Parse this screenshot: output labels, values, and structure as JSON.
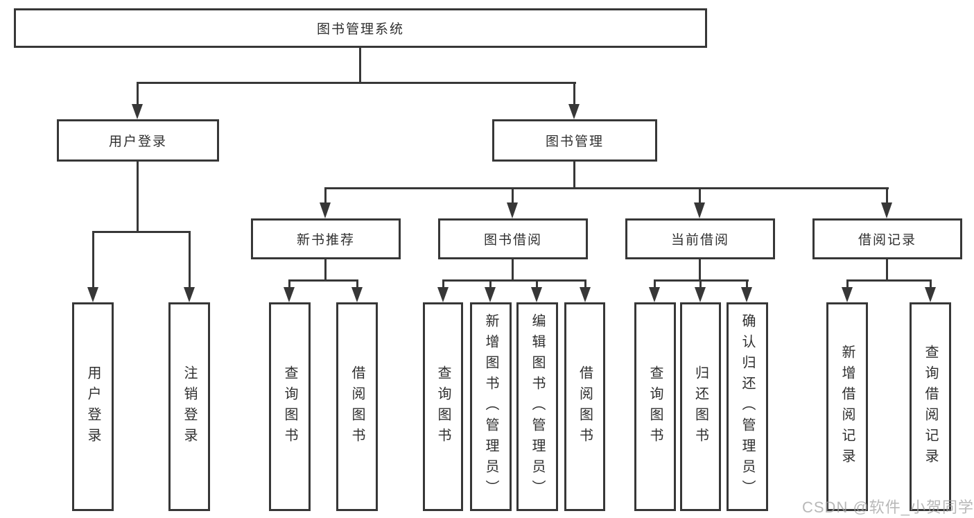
{
  "diagram": {
    "title": "图书管理系统",
    "watermark": "CSDN @软件_小贺同学",
    "colors": {
      "line": "#373737",
      "text": "#2f2f2f",
      "watermark": "#a0a0a0",
      "background": "#ffffff"
    },
    "type": "functional-structure-tree"
  },
  "tree": {
    "label": "图书管理系统",
    "children": [
      {
        "label": "用户登录",
        "children": [
          {
            "label": "用户登录"
          },
          {
            "label": "注销登录"
          }
        ]
      },
      {
        "label": "图书管理",
        "children": [
          {
            "label": "新书推荐",
            "children": [
              {
                "label": "查询图书"
              },
              {
                "label": "借阅图书"
              }
            ]
          },
          {
            "label": "图书借阅",
            "children": [
              {
                "label": "查询图书"
              },
              {
                "label": "新增图书（管理员）"
              },
              {
                "label": "编辑图书（管理员）"
              },
              {
                "label": "借阅图书"
              }
            ]
          },
          {
            "label": "当前借阅",
            "children": [
              {
                "label": "查询图书"
              },
              {
                "label": "归还图书"
              },
              {
                "label": "确认归还（管理员）"
              }
            ]
          },
          {
            "label": "借阅记录",
            "children": [
              {
                "label": "新增借阅记录"
              },
              {
                "label": "查询借阅记录"
              }
            ]
          }
        ]
      }
    ]
  }
}
